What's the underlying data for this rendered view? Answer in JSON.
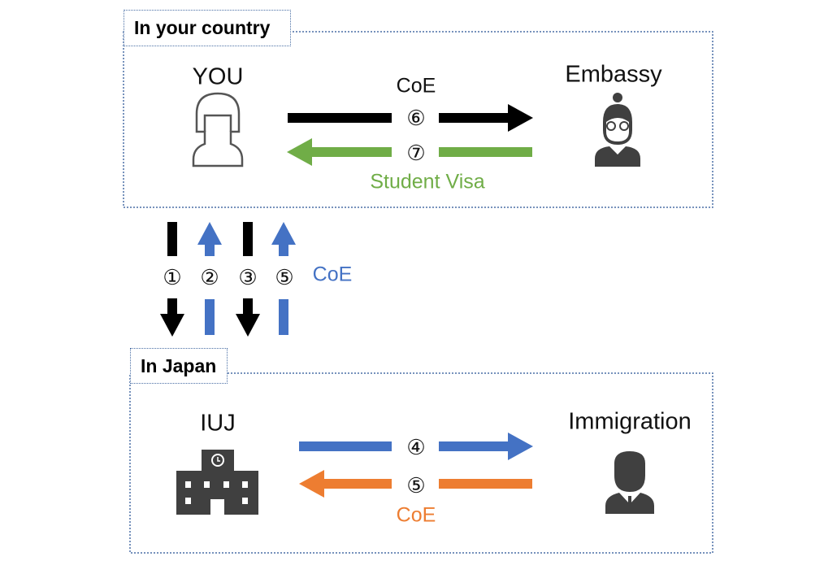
{
  "regions": {
    "country": {
      "label": "In your country"
    },
    "japan": {
      "label": "In Japan"
    }
  },
  "actors": {
    "you": "YOU",
    "embassy": "Embassy",
    "iuj": "IUJ",
    "immigration": "Immigration"
  },
  "flows": {
    "step1": "①",
    "step2": "②",
    "step3": "③",
    "step4": "④",
    "step5_vertical": "⑤",
    "step5": "⑤",
    "step6": "⑥",
    "step7": "⑦",
    "vertical_doc": "CoE",
    "step6_doc": "CoE",
    "step7_doc": "Student Visa",
    "step5_doc": "CoE"
  },
  "colors": {
    "black": "#000000",
    "green": "#70ad47",
    "blue": "#4472c4",
    "orange": "#ed7d31",
    "icon": "#404040",
    "border": "#4a6fa5"
  }
}
